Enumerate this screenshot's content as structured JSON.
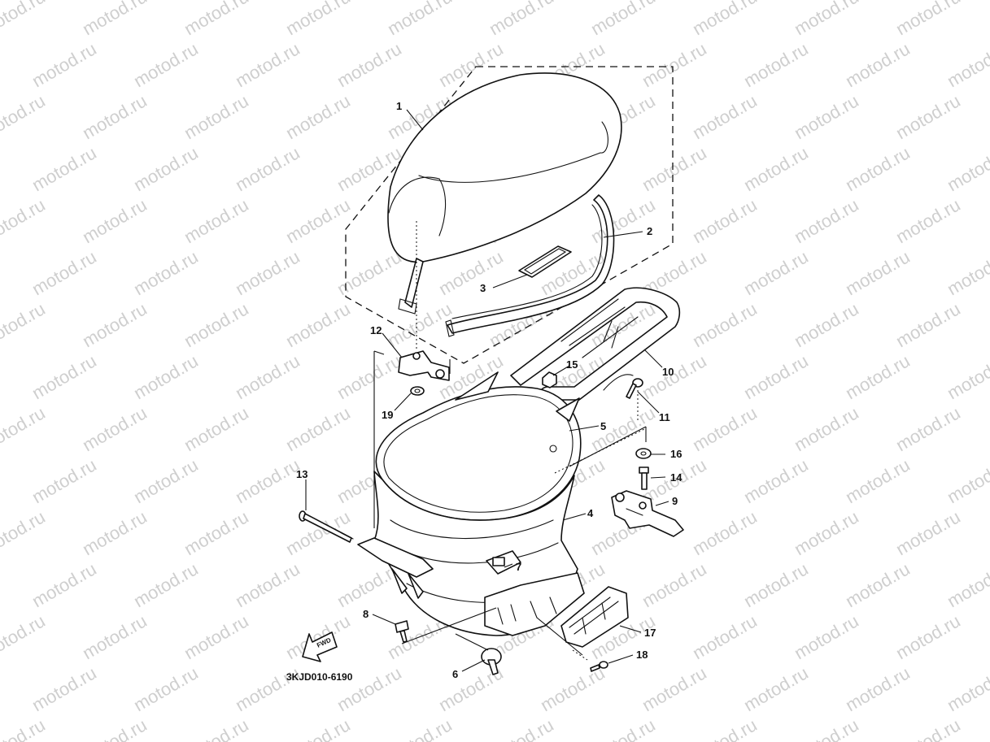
{
  "watermark": "motod.ru",
  "catalog_code": "3KJD010-6190",
  "fwd_label": "FWD",
  "callouts": {
    "c1": "1",
    "c2": "2",
    "c3": "3",
    "c4": "4",
    "c5": "5",
    "c6": "6",
    "c7": "7",
    "c8": "8",
    "c9": "9",
    "c10": "10",
    "c11": "11",
    "c12": "12",
    "c13": "13",
    "c14": "14",
    "c15": "15",
    "c16": "16",
    "c17": "17",
    "c18": "18",
    "c19": "19"
  }
}
